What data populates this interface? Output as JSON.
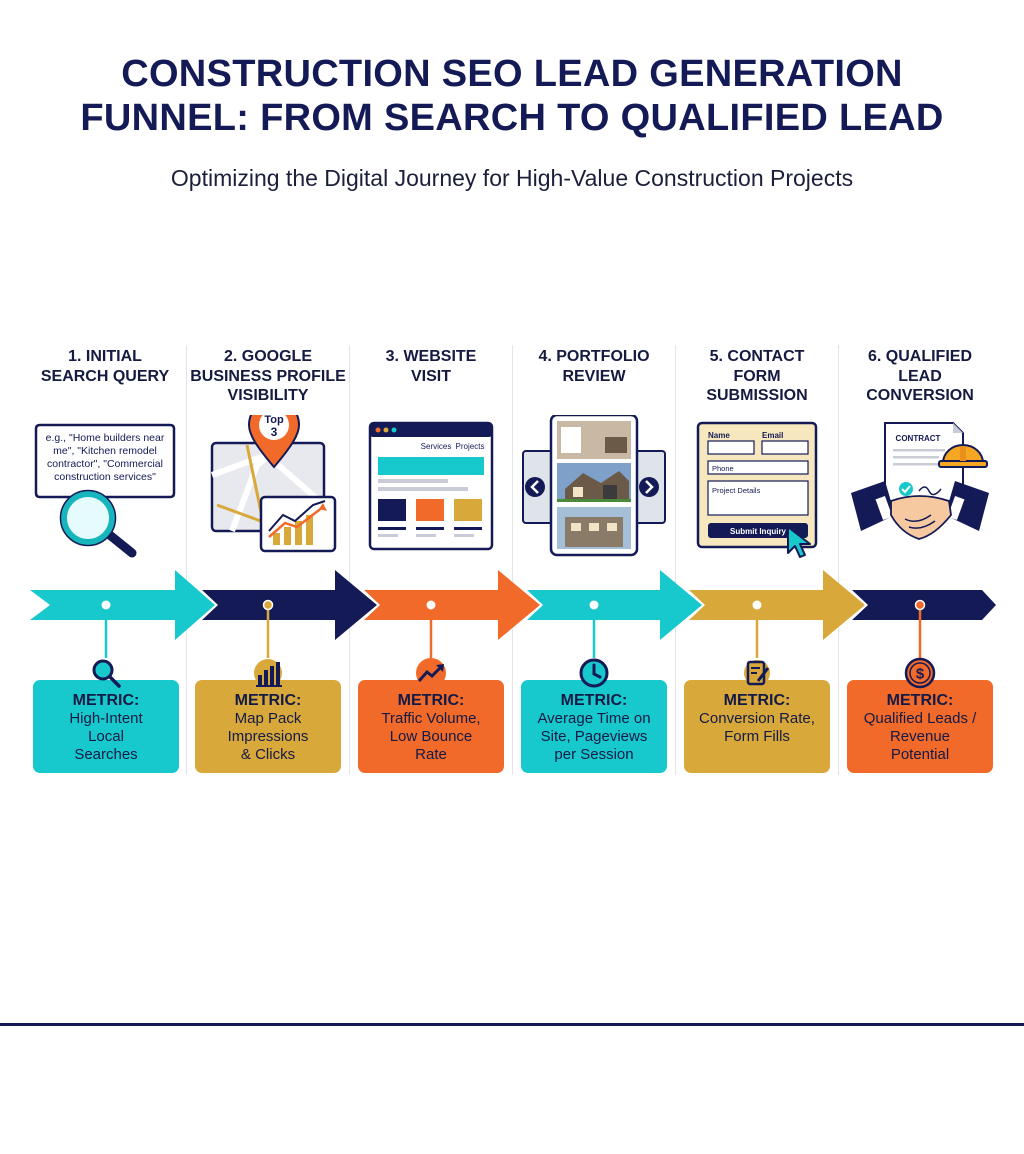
{
  "header": {
    "title_lines": [
      "CONSTRUCTION SEO LEAD GENERATION",
      "FUNNEL: FROM SEARCH TO QUALIFIED LEAD"
    ],
    "subtitle": "Optimizing the Digital Journey for High-Value Construction Projects"
  },
  "colors": {
    "navy": "#141a56",
    "teal": "#17c8cc",
    "orange": "#f26a2a",
    "gold": "#d9a83a"
  },
  "stages": [
    {
      "title_lines": [
        "1. INITIAL",
        "SEARCH QUERY"
      ],
      "bubble_lines": [
        "e.g., \"Home builders near",
        "me\", \"Kitchen remodel",
        "contractor\", \"Commercial",
        "construction services\""
      ],
      "icon": "magnifier-icon",
      "metric": {
        "head": "METRIC:",
        "body_lines": [
          "High-Intent",
          "Local",
          "Searches"
        ],
        "icon": "search-icon",
        "color": "#17c8cc"
      }
    },
    {
      "title_lines": [
        "2. GOOGLE",
        "BUSINESS PROFILE",
        "VISIBILITY"
      ],
      "pin_lines": [
        "Top",
        "3"
      ],
      "icon": "map-pin-icon",
      "metric": {
        "head": "METRIC:",
        "body_lines": [
          "Map Pack",
          "Impressions",
          "& Clicks"
        ],
        "icon": "bar-chart-icon",
        "color": "#d9a83a"
      }
    },
    {
      "title_lines": [
        "3. WEBSITE",
        "VISIT"
      ],
      "nav_labels": [
        "Services",
        "Projects"
      ],
      "icon": "browser-window-icon",
      "metric": {
        "head": "METRIC:",
        "body_lines": [
          "Traffic Volume,",
          "Low Bounce",
          "Rate"
        ],
        "icon": "trend-up-icon",
        "color": "#f26a2a"
      }
    },
    {
      "title_lines": [
        "4. PORTFOLIO",
        "REVIEW"
      ],
      "icon": "photo-gallery-icon",
      "metric": {
        "head": "METRIC:",
        "body_lines": [
          "Average Time on",
          "Site, Pageviews",
          "per Session"
        ],
        "icon": "clock-icon",
        "color": "#17c8cc"
      }
    },
    {
      "title_lines": [
        "5. CONTACT",
        "FORM",
        "SUBMISSION"
      ],
      "form": {
        "name": "Name",
        "email": "Email",
        "phone": "Phone",
        "details": "Project Details",
        "submit": "Submit Inquiry"
      },
      "icon": "form-icon",
      "metric": {
        "head": "METRIC:",
        "body_lines": [
          "Conversion Rate,",
          "Form Fills"
        ],
        "icon": "edit-form-icon",
        "color": "#d9a83a"
      }
    },
    {
      "title_lines": [
        "6. QUALIFIED",
        "LEAD",
        "CONVERSION"
      ],
      "contract_label": "CONTRACT",
      "icon": "handshake-icon",
      "metric": {
        "head": "METRIC:",
        "body_lines": [
          "Qualified Leads /",
          "Revenue",
          "Potential"
        ],
        "icon": "dollar-icon",
        "color": "#f26a2a"
      }
    }
  ]
}
